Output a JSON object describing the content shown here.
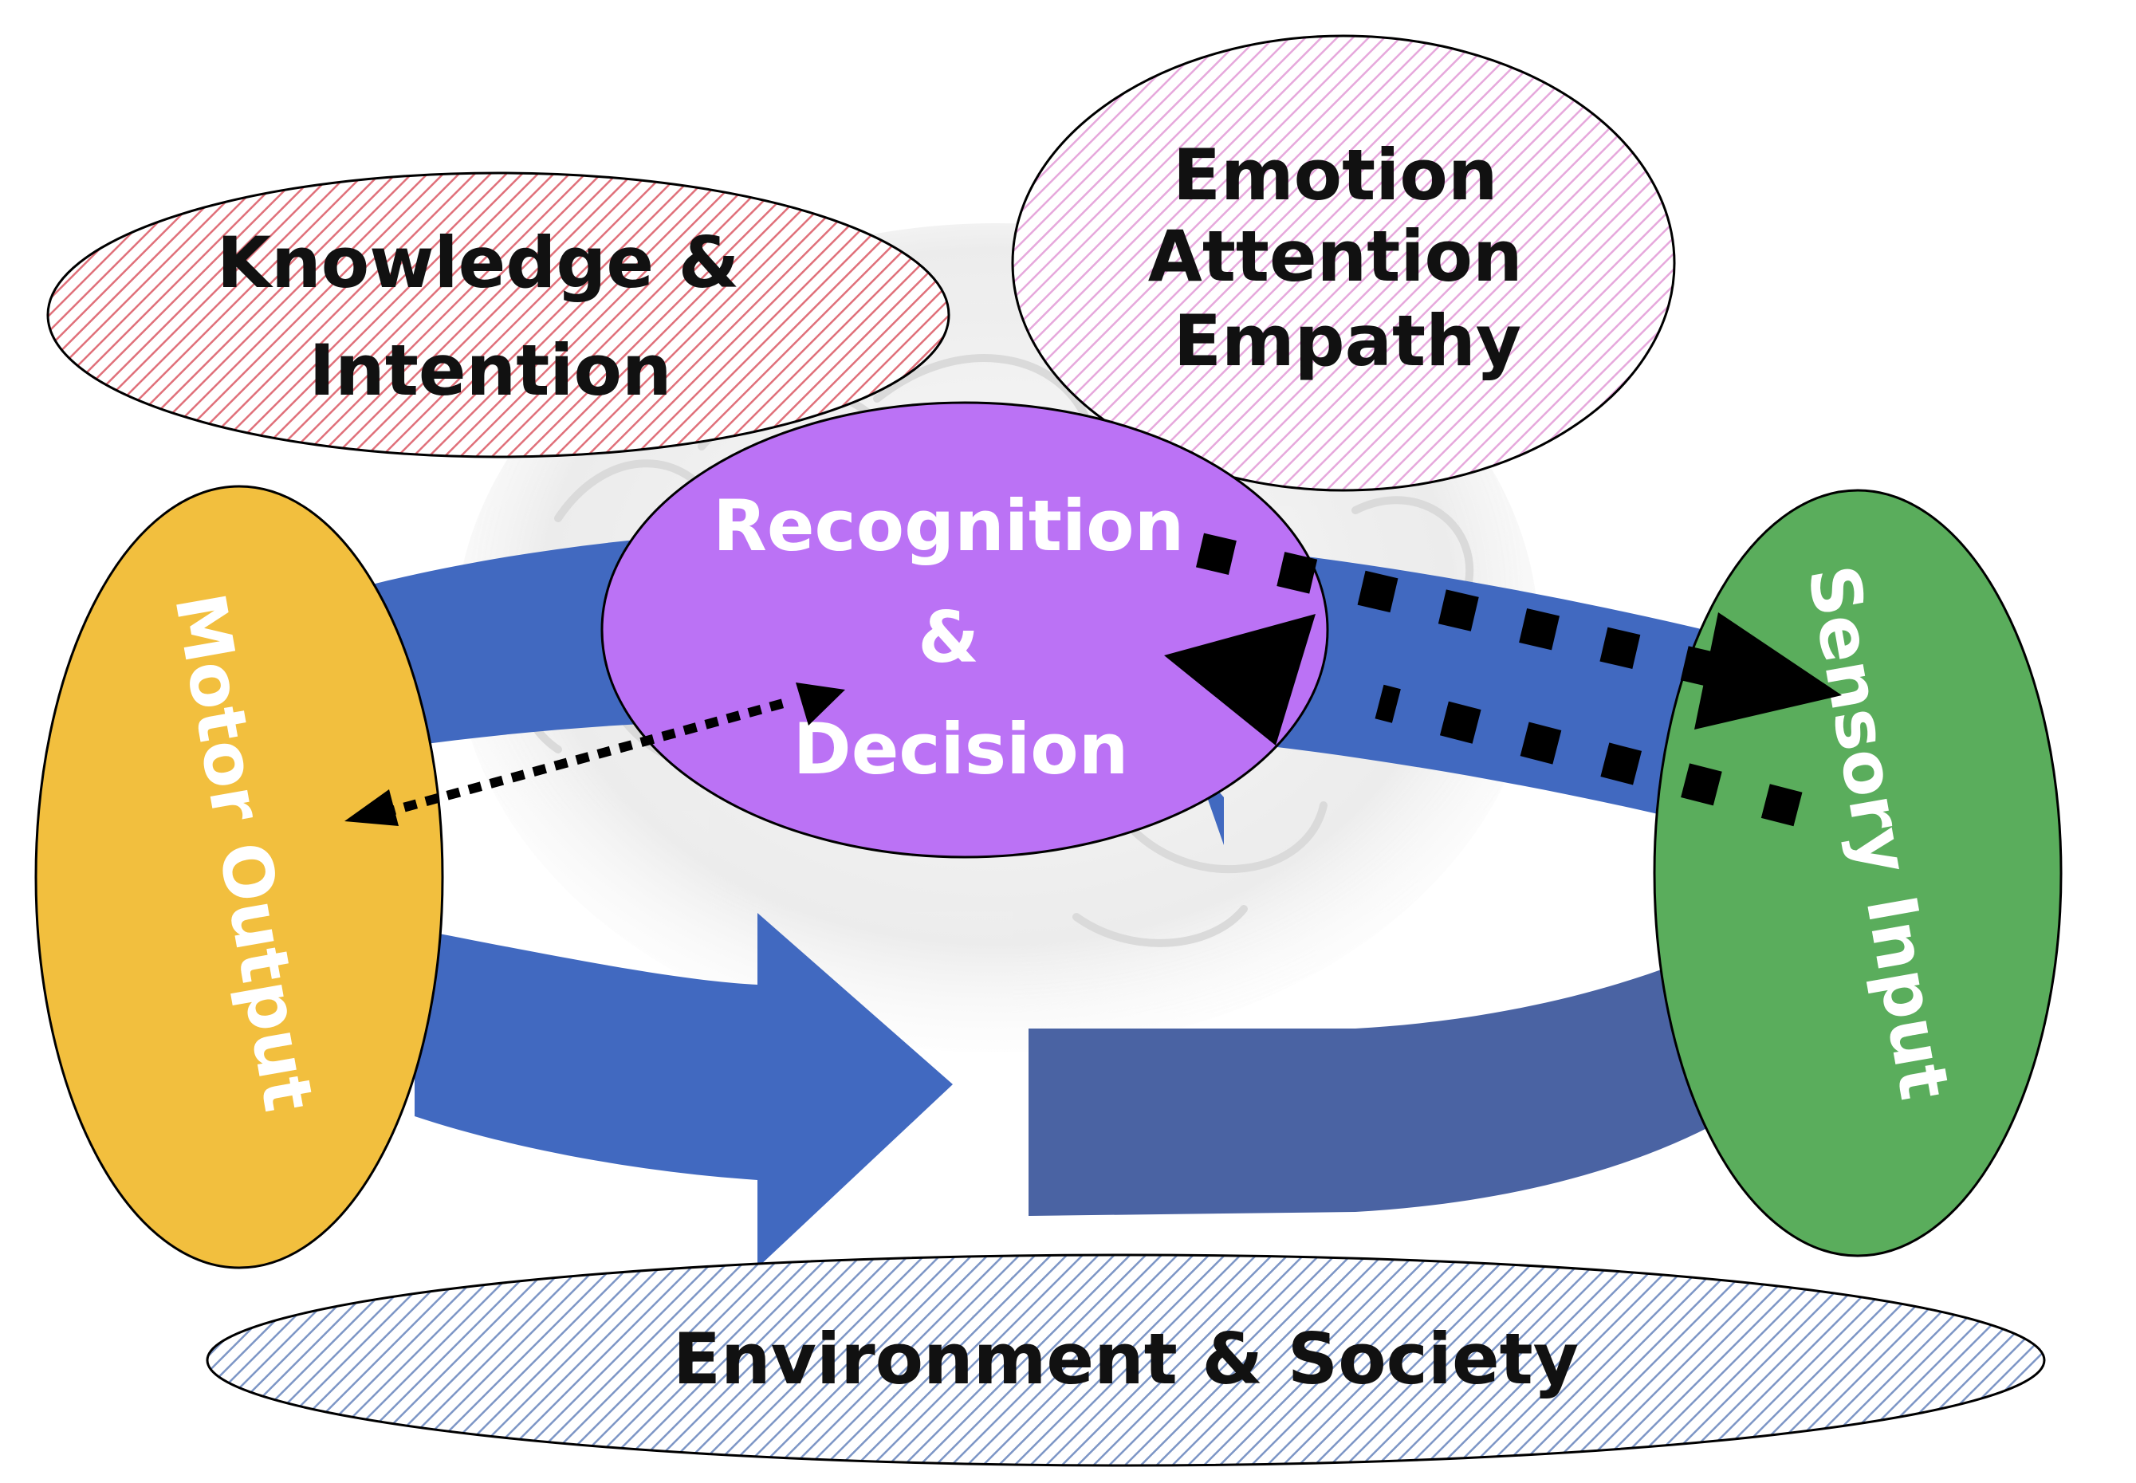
{
  "nodes": {
    "knowledge": {
      "lines": [
        "Knowledge &",
        "Intention"
      ],
      "text_color": "#111111",
      "hatch_color": "#e0707a"
    },
    "emotion": {
      "lines": [
        "Emotion",
        "Attention",
        "Empathy"
      ],
      "text_color": "#111111",
      "hatch_color": "#e6a8dc"
    },
    "recognition": {
      "lines": [
        "Recognition",
        "&",
        "Decision"
      ],
      "text_color": "#ffffff",
      "fill": "#bb72f5"
    },
    "motor": {
      "label": "Motor Output",
      "text_color": "#ffffff",
      "fill": "#f2bf3e"
    },
    "sensory": {
      "label": "Sensory Input",
      "text_color": "#ffffff",
      "fill": "#5aad5c"
    },
    "environment": {
      "label": "Environment & Society",
      "text_color": "#111111",
      "hatch_color": "#7d96c6"
    }
  },
  "colors": {
    "loop_arrow": "#4169c0",
    "loop_arrow_dark": "#4a63a3",
    "dotted_arrow": "#000000",
    "outline": "#000000",
    "brain_backdrop": "#e9e9e9"
  },
  "icons": {
    "backdrop": "brain-icon"
  }
}
